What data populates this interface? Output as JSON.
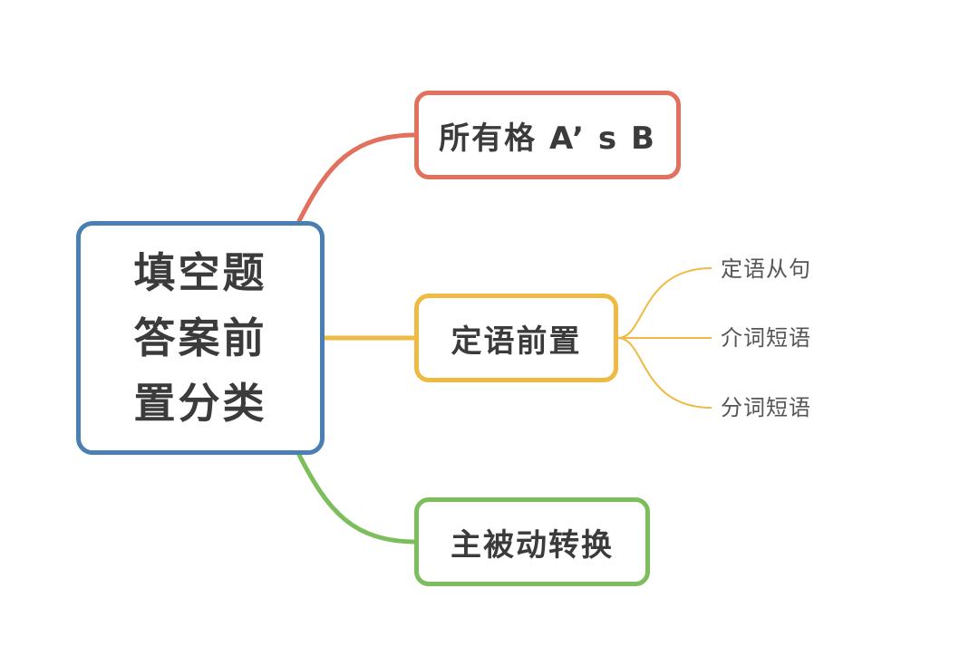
{
  "root": {
    "lines": [
      "填空题",
      "答案前",
      "置分类"
    ],
    "color": "#4a7fb4"
  },
  "branches": [
    {
      "label": "所有格 A’ s B",
      "color": "#e2705d"
    },
    {
      "label": "定语前置",
      "color": "#efba44",
      "children": [
        "定语从句",
        "介词短语",
        "分词短语"
      ]
    },
    {
      "label": "主被动转换",
      "color": "#7cbe5c"
    }
  ]
}
